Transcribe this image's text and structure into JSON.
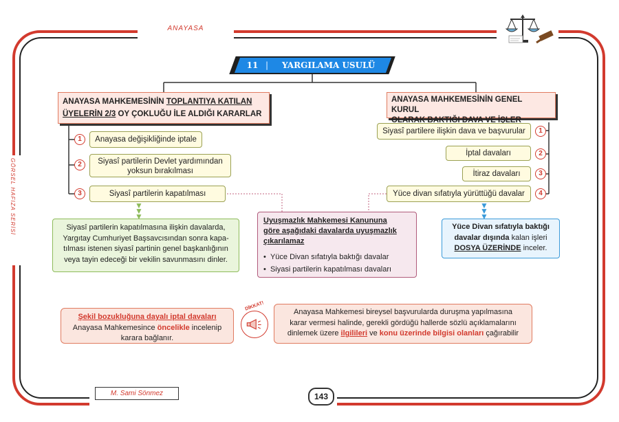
{
  "header": {
    "label": "ANAYASA"
  },
  "side_label": "GÖRSEL HAFIZA SERİSİ",
  "footer": {
    "author": "M. Sami Sönmez",
    "page_number": "143"
  },
  "title": {
    "number": "11",
    "separator": "|",
    "text": "YARGILAMA USULÜ"
  },
  "left": {
    "heading": {
      "line1_a": "ANAYASA MAHKEMESİNİN ",
      "line1_b": "TOPLANTIYA KATILAN",
      "line2_a": "ÜYELERİN 2/3",
      "line2_b": " OY ÇOKLUĞU İLE ALDIĞI KARARLAR"
    },
    "items": [
      {
        "num": "1",
        "text": "Anayasa değişikliğinde iptale"
      },
      {
        "num": "2",
        "line1": "Siyasî partilerin Devlet yardımından",
        "line2": "yoksun bırakılması"
      },
      {
        "num": "3",
        "text": "Siyasî partilerin kapatılması"
      }
    ],
    "note": [
      "Siyasî partilerin kapatılmasına ilişkin davalarda,",
      "Yargıtay Cumhuriyet Başsavcısından sonra kapa-",
      "tılması istenen siyasî partinin genel başkanlığının",
      "veya tayin edeceği bir vekilin savunmasını dinler."
    ]
  },
  "right": {
    "heading": {
      "line1": "ANAYASA MAHKEMESİNİN GENEL KURUL",
      "line2": "OLARAK BAKTIĞI DAVA VE İŞLER"
    },
    "items": [
      {
        "num": "1",
        "text": "Siyasî partilere ilişkin dava ve başvurular"
      },
      {
        "num": "2",
        "text": "İptal davaları"
      },
      {
        "num": "3",
        "text": "İtiraz davaları"
      },
      {
        "num": "4",
        "text": "Yüce divan sıfatıyla yürüttüğü davalar"
      }
    ],
    "note": {
      "line1": "Yüce Divan sıfatıyla baktığı",
      "line2_b": "davalar dışında",
      "line2_r": " kalan işleri",
      "line3_b": "DOSYA ÜZERİNDE",
      "line3_r": " inceler."
    }
  },
  "middle": {
    "heading": [
      "Uyuşmazlık Mahkemesi Kanununa",
      "göre aşağıdaki davalarda uyuşmazlık",
      "çıkarılamaz"
    ],
    "bullets": [
      "Yüce Divan sıfatıyla baktığı davalar",
      "Siyasi partilerin kapatılması davaları"
    ]
  },
  "bottom_left": {
    "line1": "Şekil bozukluğuna dayalı iptal davaları",
    "line2_a": "Anayasa Mahkemesince ",
    "line2_b": "öncelikle",
    "line2_c": " incelenip",
    "line3": "karara bağlanır."
  },
  "attention": {
    "label": "DİKKAT!"
  },
  "bottom_right": {
    "line1": "Anayasa Mahkemesi bireysel başvurularda duruşma yapılmasına",
    "line2": "karar vermesi halinde, gerekli gördüğü hallerde sözlü açıklamalarını",
    "line3_a": "dinlemek üzere ",
    "line3_b": "ilgilileri",
    "line3_c": " ve ",
    "line3_d": "konu üzerinde bilgisi olanları",
    "line3_e": " çağırabilir"
  },
  "colors": {
    "accent": "#d23a2e",
    "title_blue": "#1e88e5",
    "green": "#8dbb5a",
    "blue": "#3a9ad9"
  }
}
